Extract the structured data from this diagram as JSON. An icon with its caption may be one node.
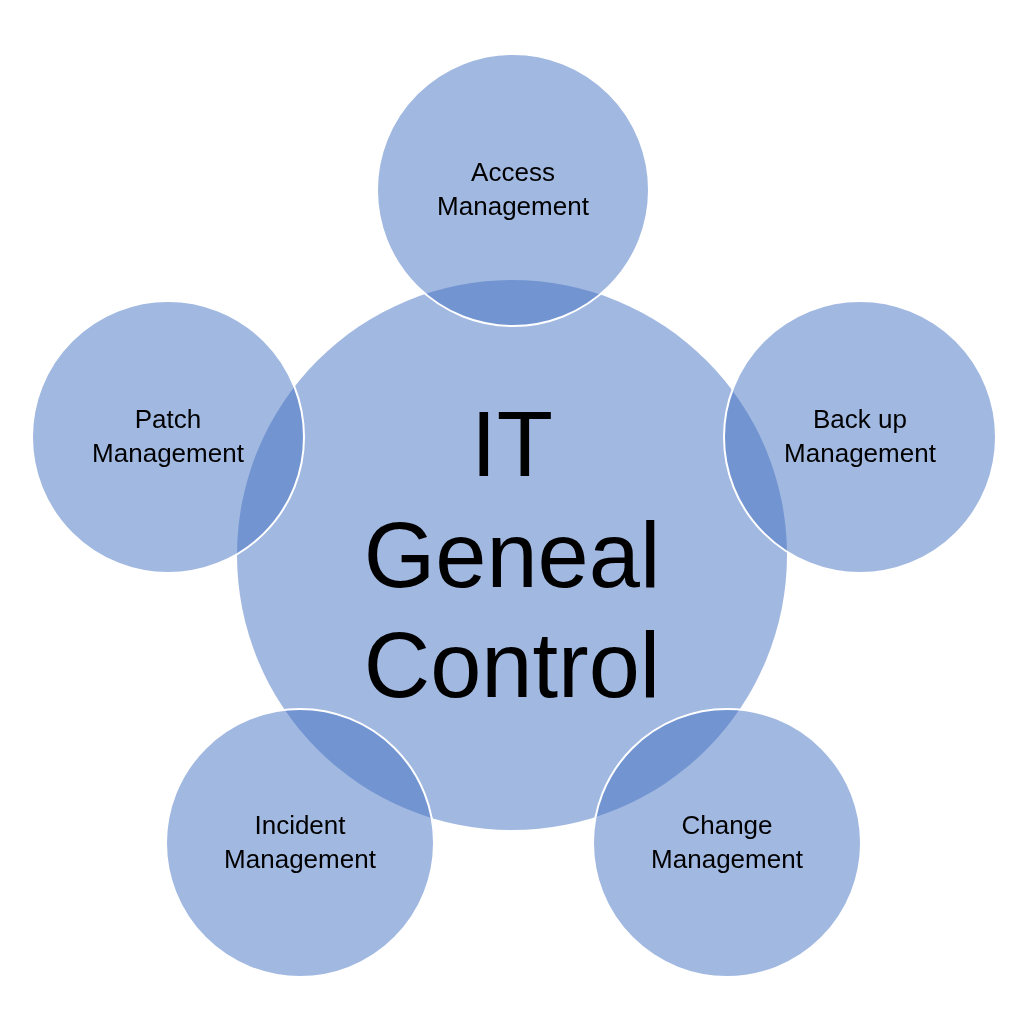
{
  "diagram": {
    "nodes": [
      {
        "text": [
          "IT Geneal Control"
        ]
      },
      {
        "text": [
          "Access Management"
        ]
      },
      {
        "text": [
          "Patch Management"
        ]
      },
      {
        "text": [
          "Back up Management"
        ]
      },
      {
        "text": [
          "Incident Management"
        ]
      },
      {
        "text": [
          "Change Management"
        ]
      }
    ],
    "edges": []
  }
}
